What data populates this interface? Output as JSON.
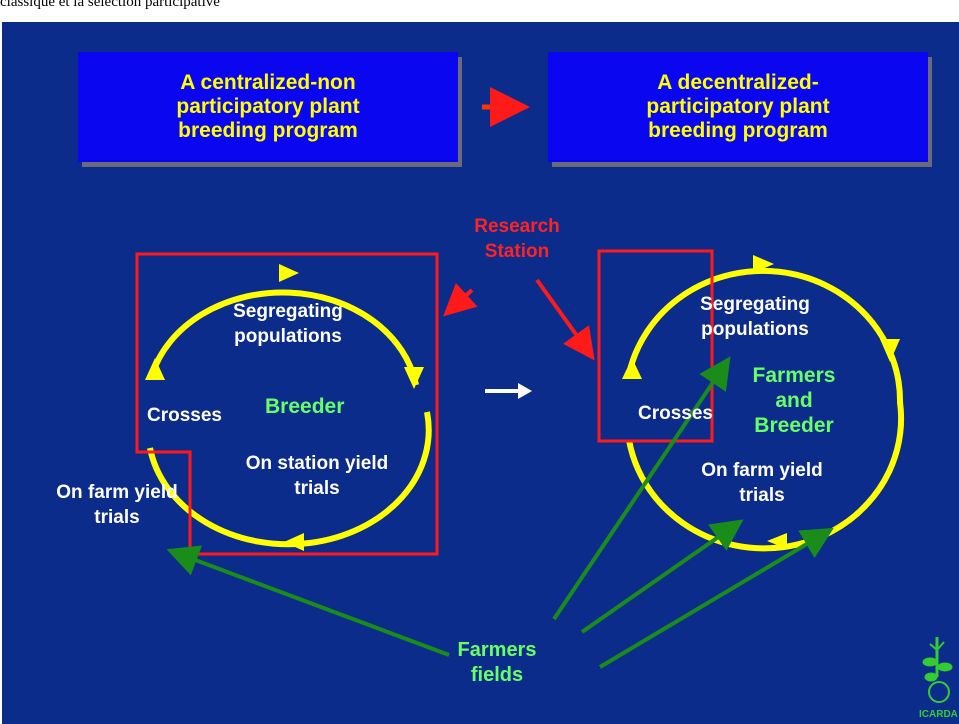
{
  "caption": "classique et la sélection participative",
  "boxes": {
    "left": "A centralized-non participatory plant breeding program",
    "right": "A decentralized- participatory plant breeding program"
  },
  "labels": {
    "research_station": "Research Station",
    "segregating_left": "Segregating populations",
    "crosses_left": "Crosses",
    "breeder": "Breeder",
    "on_station": "On station yield trials",
    "on_farm_left": "On farm yield trials",
    "segregating_right": "Segregating populations",
    "crosses_right": "Crosses",
    "farmers_and_breeder": "Farmers and Breeder",
    "on_farm_right": "On farm yield trials",
    "farmers_fields": "Farmers fields",
    "logo": "ICARDA"
  },
  "colors": {
    "background": "#0c2c8c",
    "title_box": "#0b06f0",
    "title_text": "#ffff00",
    "cycle": "#ffff00",
    "station_outline": "#ff1a1a",
    "farmer_arrows": "#1a8c1a",
    "label_white": "#ffffff",
    "label_green": "#66ff66"
  }
}
